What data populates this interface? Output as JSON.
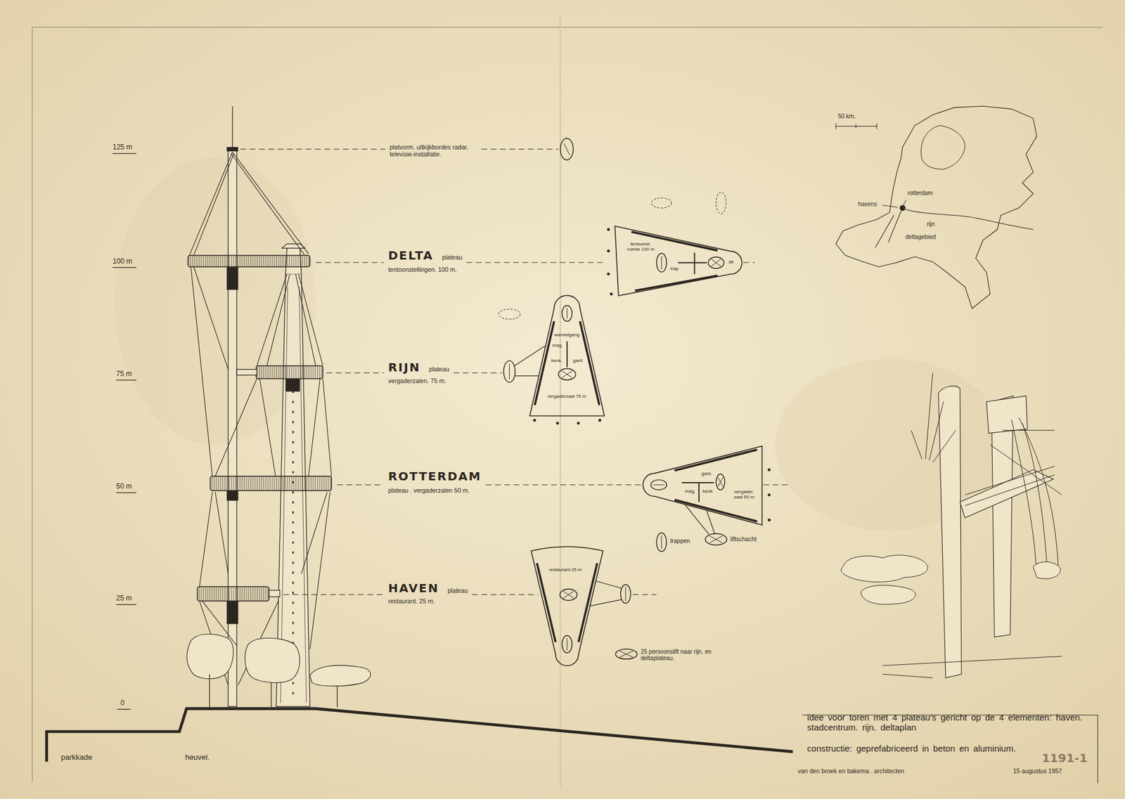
{
  "diagram": {
    "nodes": [
      {
        "text": [
          "tentoonst. ruimte 100 m",
          "trap",
          "lift"
        ]
      },
      {
        "text": [
          "wandelgang",
          "mag.",
          "keuk.",
          "gard.",
          "vergaderzaal 75 m"
        ]
      },
      {
        "text": [
          "gard.",
          "mag.",
          "keuk.",
          "vergader. zaal 50 m"
        ]
      },
      {
        "text": [
          "restaurant 25 m"
        ]
      }
    ],
    "labels": [
      "125 m",
      "100 m",
      "75 m",
      "50 m",
      "25 m",
      "0",
      "platvorm. uitkijkbordes radar. televisie-installatie.",
      "DELTA",
      "plateau",
      "tentoonstellingen. 100 m.",
      "RIJN",
      "plateau",
      "vergaderzalen. 75 m.",
      "ROTTERDAM",
      "plateau . vergaderzalen 50 m.",
      "HAVEN",
      "plateau",
      "restaurant. 25 m.",
      "50 km.",
      "havens",
      "rotterdam",
      "rijn",
      "deltagebied",
      "parkkade",
      "heuvel.",
      "idee voor toren met 4 plateau's gericht op de 4 elementen: haven. stadcentrum. rijn. deltaplan",
      "constructie: geprefabriceerd in beton en aluminium.",
      "van den broek en bakema . architecten",
      "15 augustus 1957",
      "1191-1"
    ],
    "legend": [
      {
        "text": "trappen"
      },
      {
        "text": "liftschacht"
      },
      {
        "text": "25 persoonslift naar rijn. en deltaplateau."
      }
    ]
  }
}
